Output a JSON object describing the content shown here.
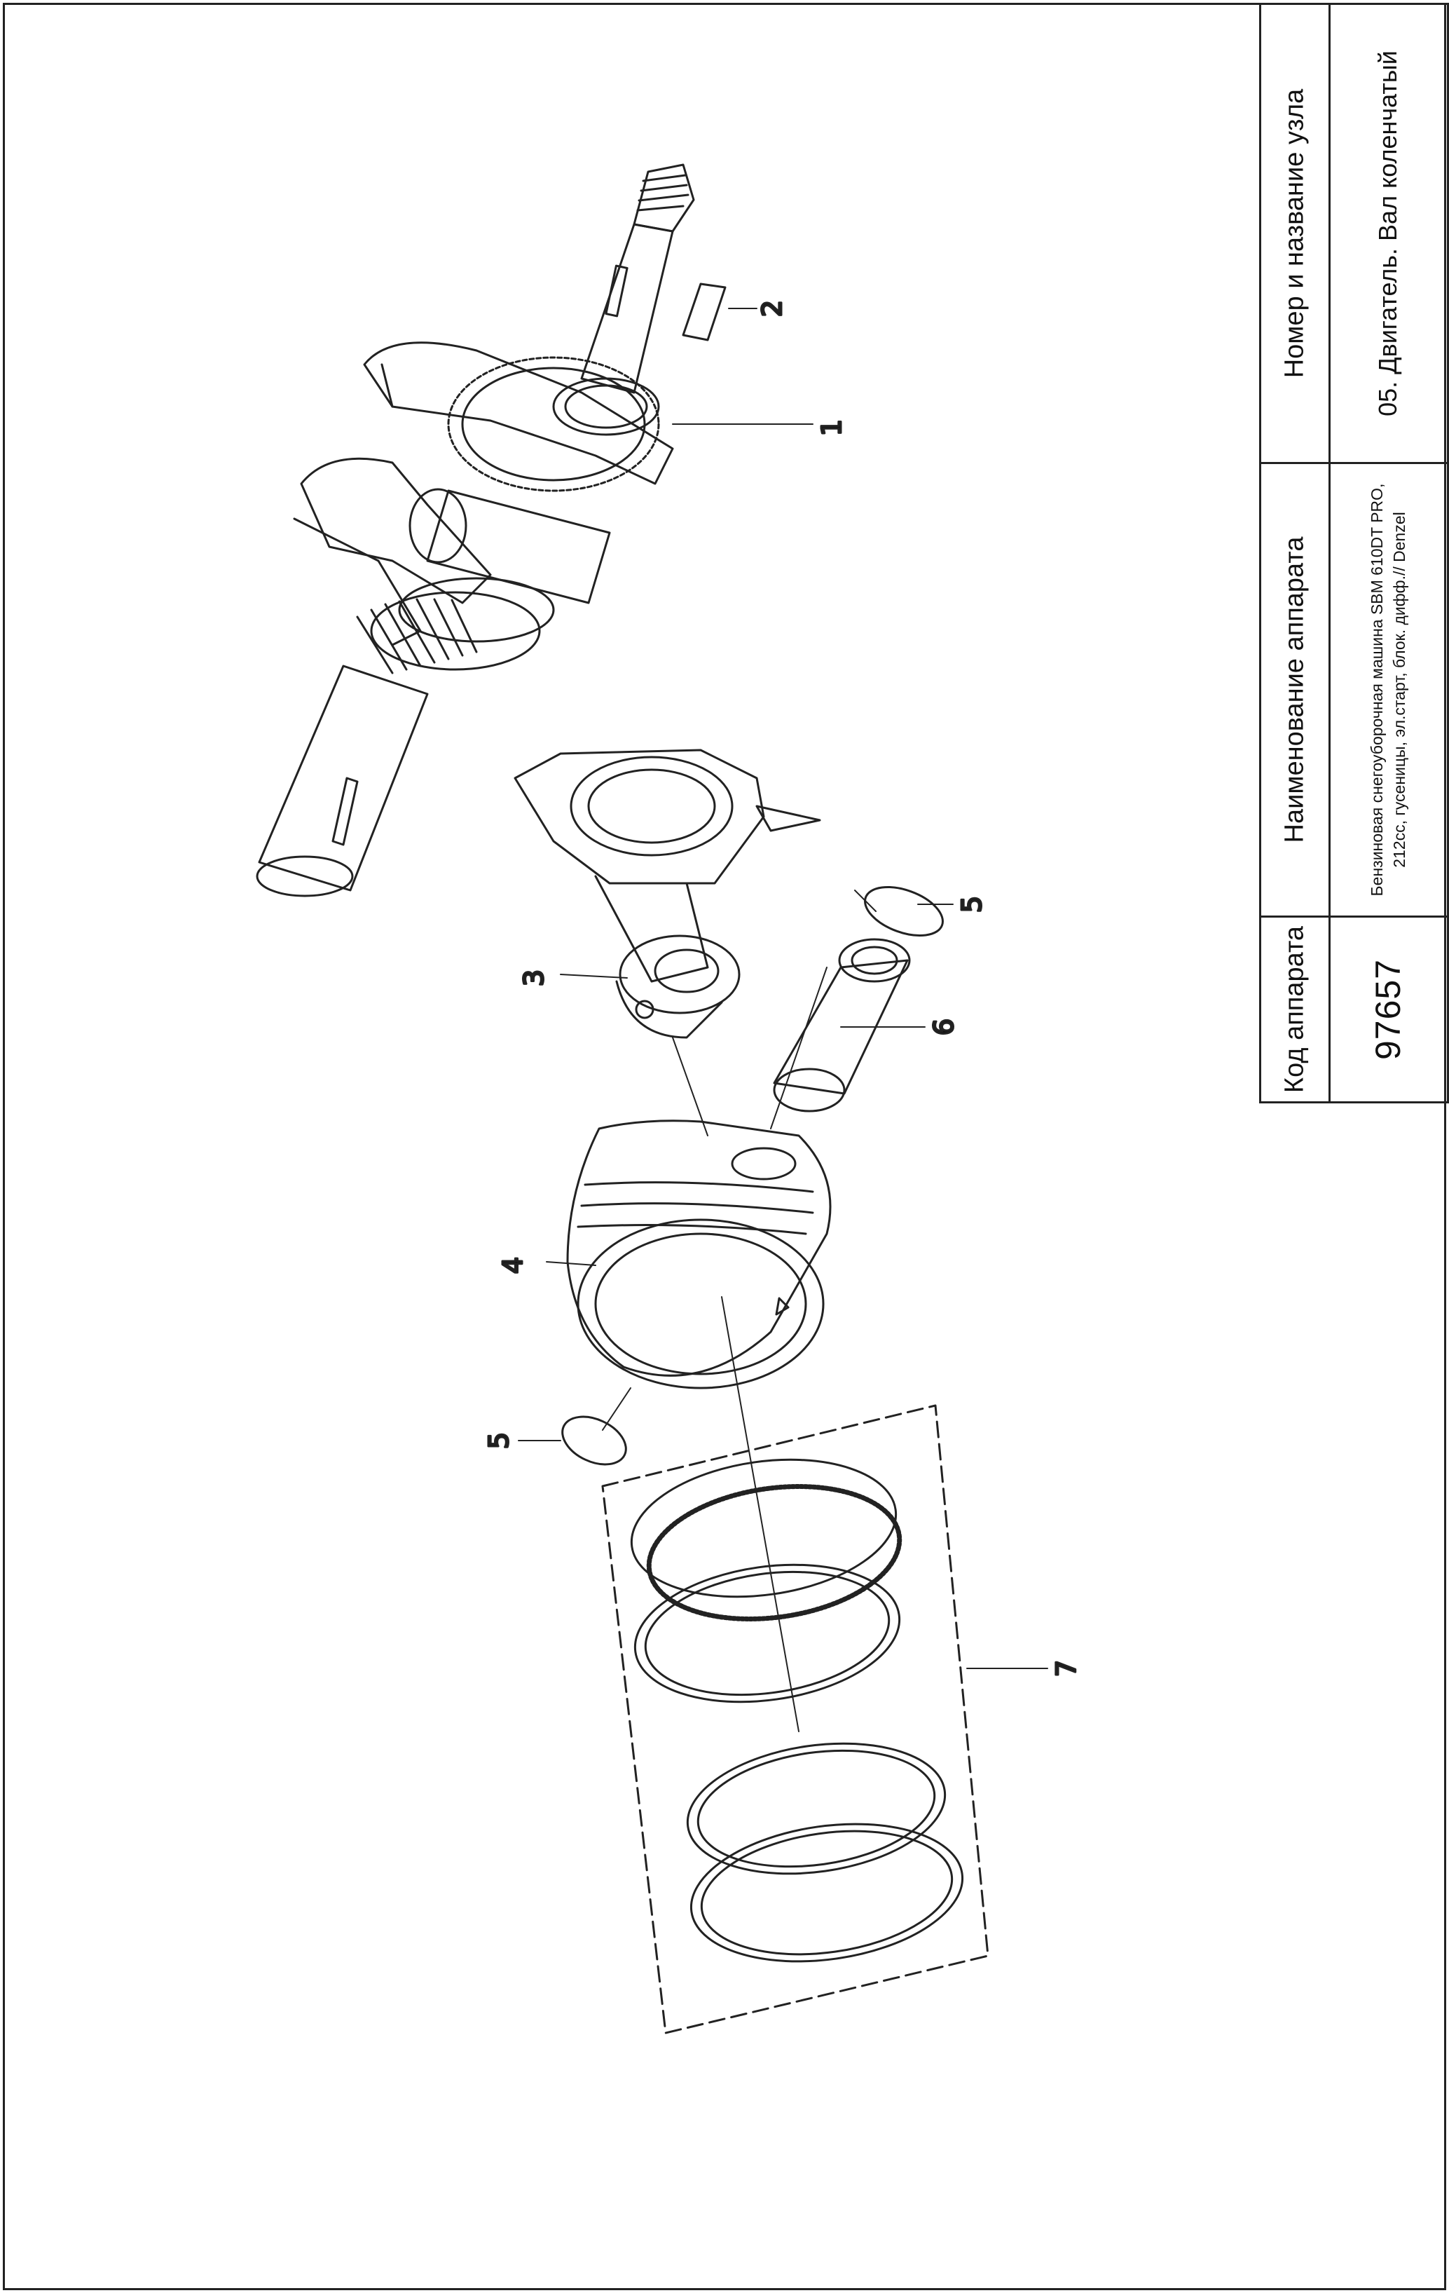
{
  "title_block": {
    "code_header": "Код аппарата",
    "code_value": "97657",
    "name_header": "Наименование аппарата",
    "name_value": "Бензиновая снегоуборочная машина SBM 610DT PRO, 212cc, гусеницы, эл.старт, блок. дифф.// Denzel",
    "node_header": "Номер и название узла",
    "node_value": "05. Двигатель. Вал коленчатый"
  },
  "callouts": [
    "1",
    "2",
    "3",
    "4",
    "5",
    "5",
    "6",
    "7"
  ]
}
